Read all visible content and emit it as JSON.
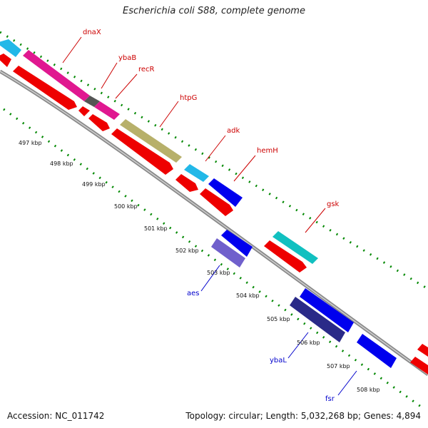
{
  "title": "Escherichia coli S88, complete genome",
  "footer": {
    "accession": "Accession: NC_011742",
    "summary": "Topology: circular; Length: 5,032,268 bp; Genes: 4,894"
  },
  "kbp_ticks": [
    "497 kbp",
    "498 kbp",
    "499 kbp",
    "500 kbp",
    "501 kbp",
    "502 kbp",
    "503 kbp",
    "504 kbp",
    "505 kbp",
    "506 kbp",
    "507 kbp",
    "508 kbp"
  ],
  "gene_labels": {
    "dnaX": "dnaX",
    "ybaB": "ybaB",
    "recR": "recR",
    "htpG": "htpG",
    "adk": "adk",
    "hemH": "hemH",
    "gsk": "gsk",
    "aes": "aes",
    "ybaL": "ybaL",
    "fsr": "fsr"
  },
  "colors": {
    "forward_cds": "#ff0000",
    "reverse_cds": "#0000ee",
    "backbone": "#9a9a9a",
    "tick_green": "#008800",
    "label_red": "#cc0000",
    "label_blue": "#0000cc"
  }
}
